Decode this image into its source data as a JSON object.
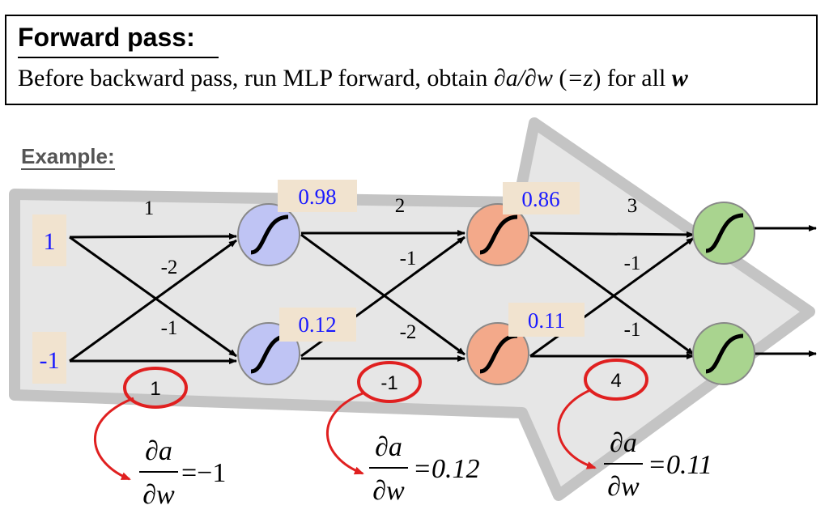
{
  "header": {
    "title": "Forward pass:",
    "subtitle_lead": "Before backward pass, run MLP forward, obtain ",
    "subtitle_math": "∂a/∂w",
    "subtitle_paren_open": " (",
    "subtitle_z": "=z",
    "subtitle_paren_close": ") ",
    "subtitle_tail": "for all ",
    "subtitle_w": "w"
  },
  "example_label": "Example:",
  "inputs": [
    "1",
    "-1"
  ],
  "weights": {
    "layer1": [
      "1",
      "-2",
      "-1"
    ],
    "layer2": [
      "2",
      "-1",
      "-2"
    ],
    "layer3": [
      "3",
      "-1",
      "-1"
    ]
  },
  "activations": {
    "layer1_top": "0.98",
    "layer1_bottom": "0.12",
    "layer2_top": "0.86",
    "layer2_bottom": "0.11"
  },
  "highlighted_weights": [
    "1",
    "-1",
    "4"
  ],
  "derivatives": {
    "numerator": "∂a",
    "denominator": "∂w",
    "values": [
      "=−1",
      "=0.12",
      "=0.11"
    ]
  },
  "colors": {
    "layer1_node": "#bfc4f4",
    "layer2_node": "#f3a98a",
    "layer3_node": "#a9d48f",
    "activation_text": "#1a1aff",
    "label_bg": "#f1e3cf",
    "highlight": "#e02020",
    "arrow_bg": "#c8c8c8"
  }
}
